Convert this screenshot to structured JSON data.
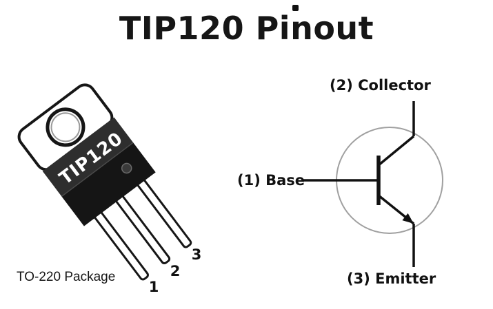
{
  "title": "TIP120 Pinout",
  "package": {
    "label": "TIP120",
    "caption": "TO-220 Package",
    "pins": [
      "1",
      "2",
      "3"
    ]
  },
  "symbol": {
    "collector": "(2) Collector",
    "base": "(1) Base",
    "emitter": "(3) Emitter"
  },
  "colors": {
    "ink": "#161616",
    "package_body": "#1f1f1f",
    "package_bevel": "#2e2e2e",
    "symbol_circle": "#a0a0a0",
    "background": "#ffffff"
  }
}
